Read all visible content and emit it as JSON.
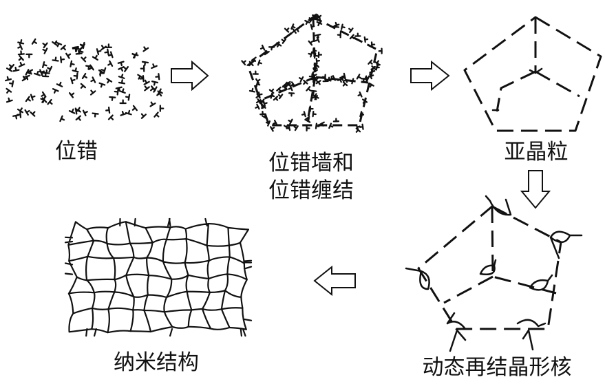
{
  "labels": {
    "dislocation": "位错",
    "wall_line1": "位错墙和",
    "wall_line2": "位错缠结",
    "subgrain": "亚晶粒",
    "drx": "动态再结晶形核",
    "nano": "纳米结构"
  },
  "colors": {
    "line": "#111111",
    "background": "#ffffff"
  }
}
